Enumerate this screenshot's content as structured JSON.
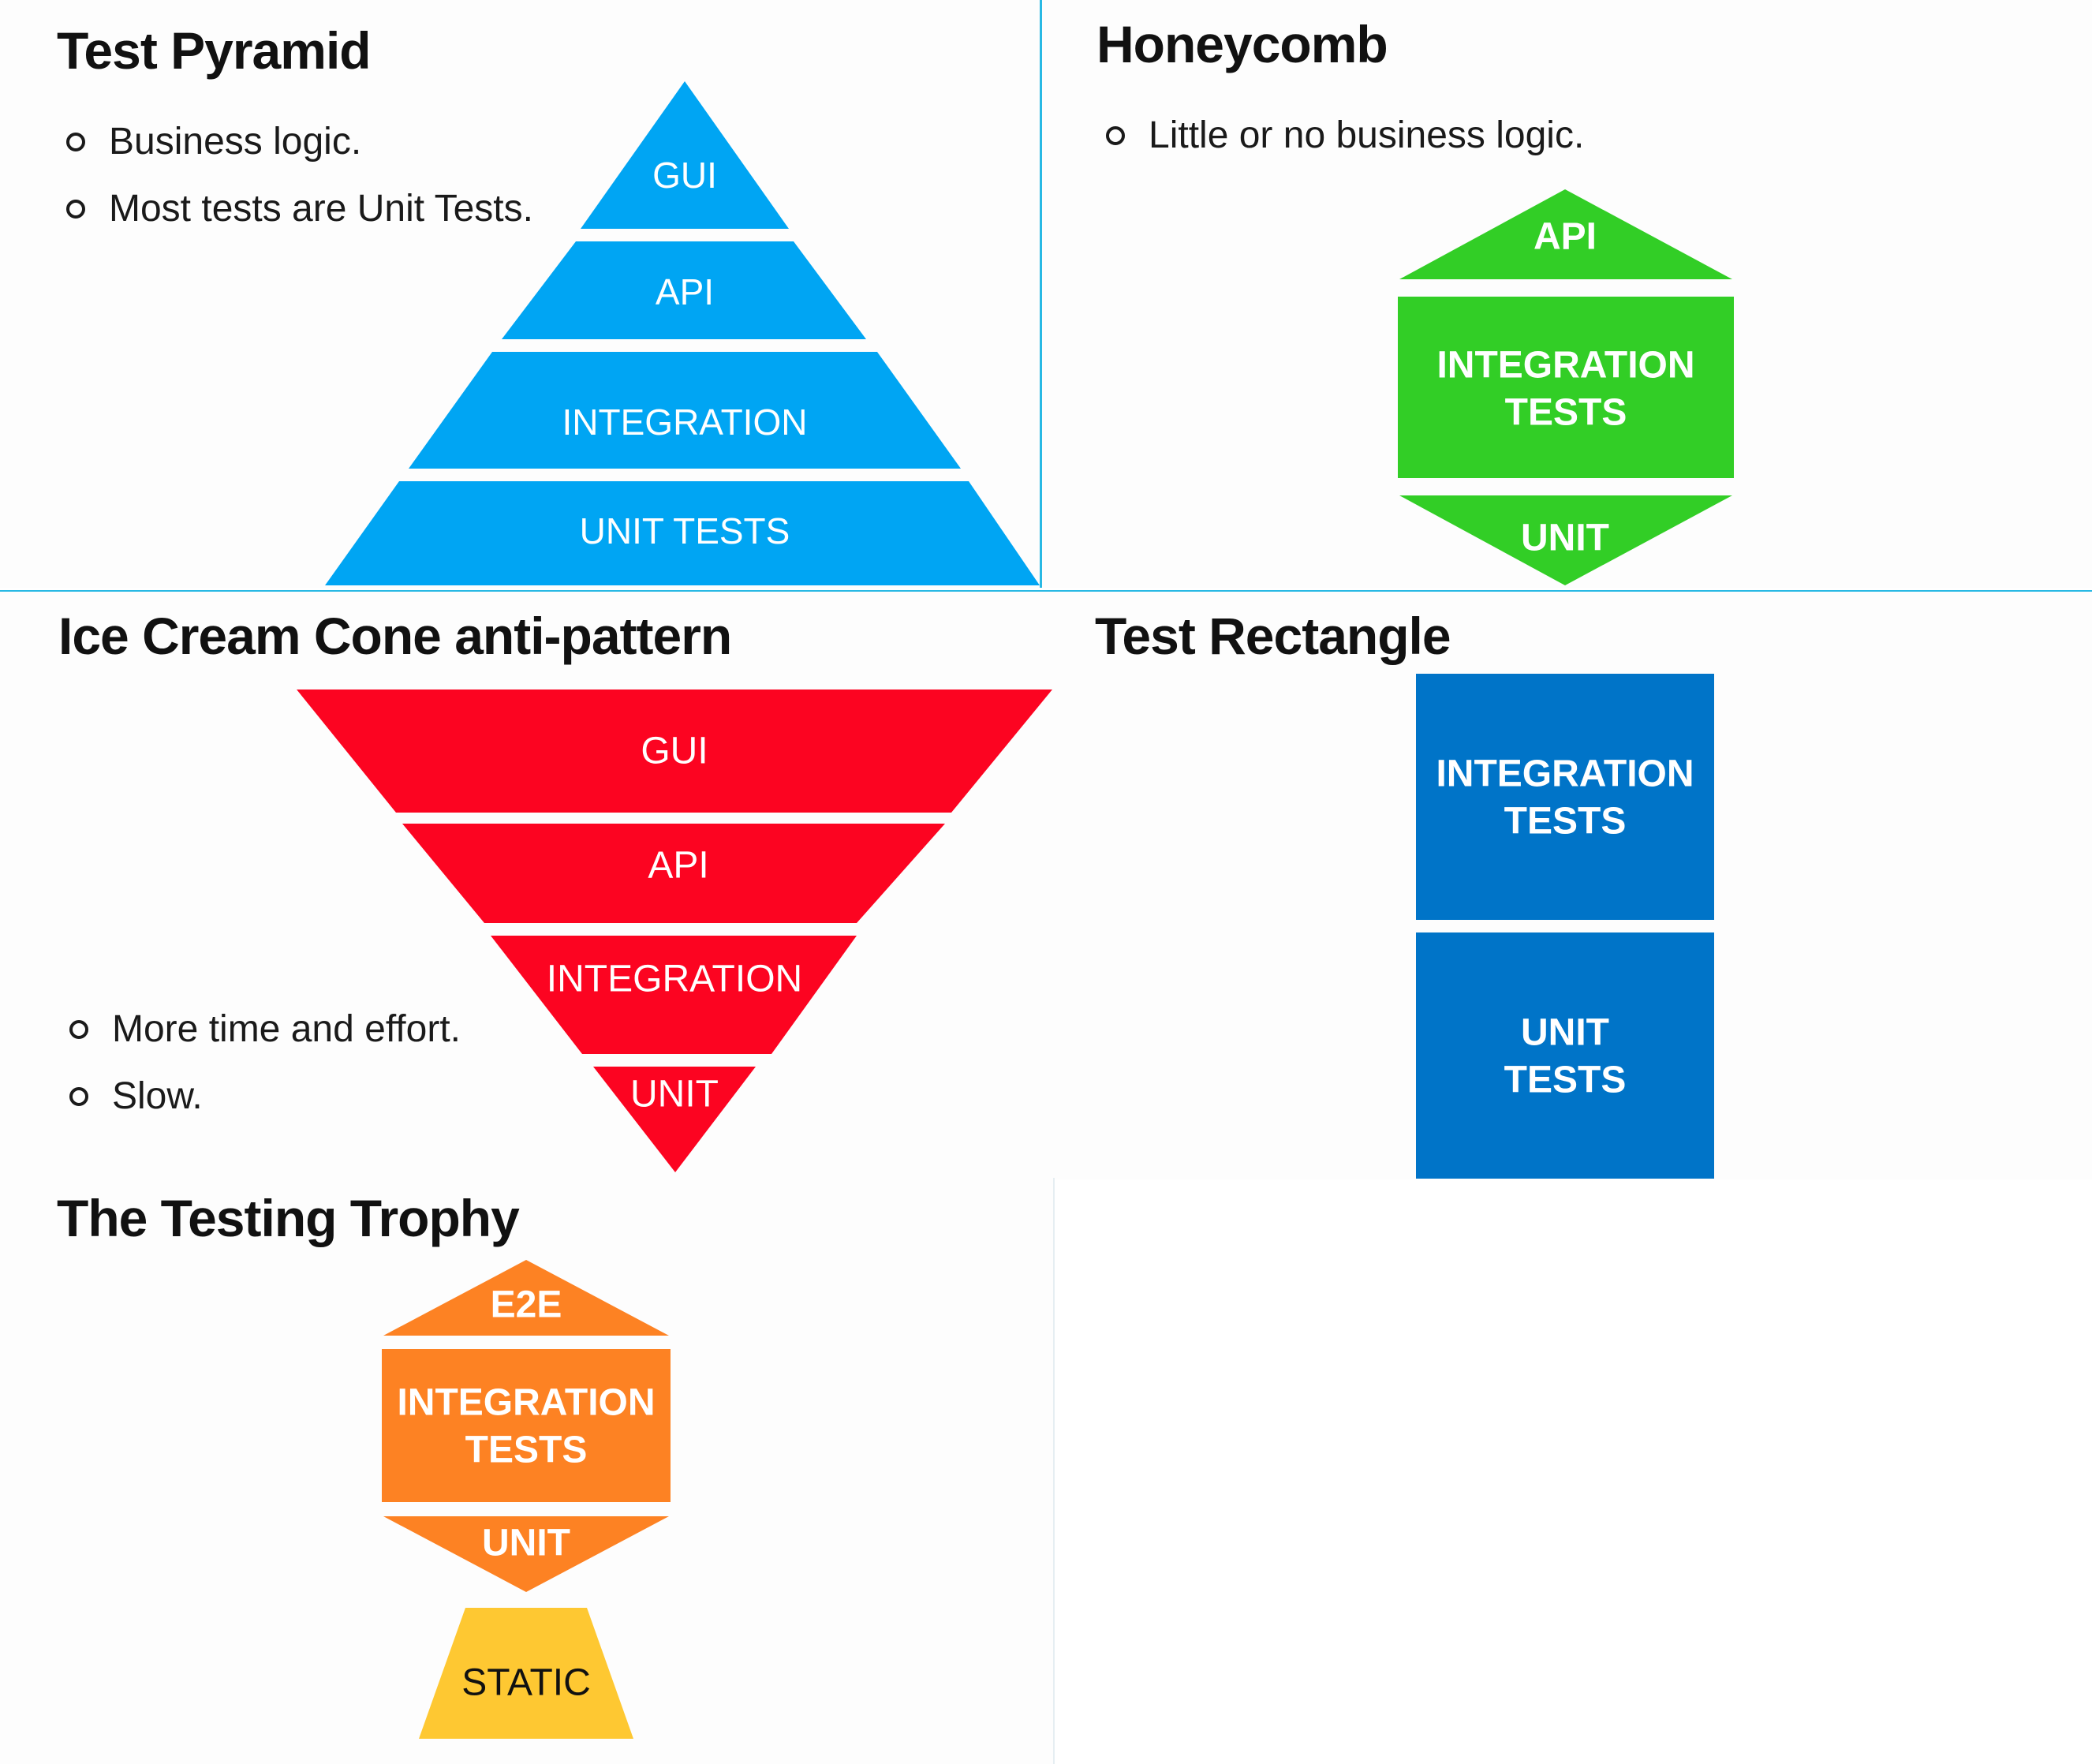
{
  "colors": {
    "pyramid": "#00a5f3",
    "honeycomb": "#32ce26",
    "cone": "#fc0421",
    "rectangle": "#0074c8",
    "trophy": "#fd8223",
    "static": "#fec832",
    "border": "#29b9e4"
  },
  "pyramid": {
    "title": "Test Pyramid",
    "bullets": [
      "Business logic.",
      "Most tests are Unit Tests."
    ],
    "layers": [
      "GUI",
      "API",
      "INTEGRATION",
      "UNIT TESTS"
    ]
  },
  "honeycomb": {
    "title": "Honeycomb",
    "bullets": [
      "Little or no business logic."
    ],
    "top": "API",
    "middle": [
      "INTEGRATION",
      "TESTS"
    ],
    "bottom": "UNIT"
  },
  "cone": {
    "title": "Ice Cream Cone anti-pattern",
    "bullets": [
      "More time and effort.",
      "Slow."
    ],
    "layers": [
      "GUI",
      "API",
      "INTEGRATION",
      "UNIT"
    ]
  },
  "rectangle": {
    "title": "Test Rectangle",
    "top": [
      "INTEGRATION",
      "TESTS"
    ],
    "bottom": [
      "UNIT",
      "TESTS"
    ]
  },
  "trophy": {
    "title": "The Testing Trophy",
    "top": "E2E",
    "middle": [
      "INTEGRATION",
      "TESTS"
    ],
    "bottom": "UNIT",
    "base": "STATIC"
  }
}
